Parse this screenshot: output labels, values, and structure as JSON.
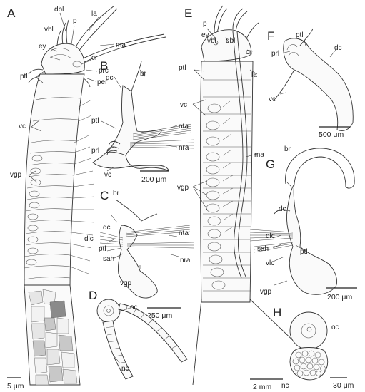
{
  "panels": [
    {
      "id": "A"
    },
    {
      "id": "B"
    },
    {
      "id": "C"
    },
    {
      "id": "D"
    },
    {
      "id": "E"
    },
    {
      "id": "F"
    },
    {
      "id": "G"
    },
    {
      "id": "H"
    }
  ],
  "labels": {
    "A": [
      "dbl",
      "p",
      "la",
      "vbl",
      "ey",
      "cr",
      "ma",
      "ptl",
      "prc",
      "per",
      "vc",
      "vgp"
    ],
    "B": [
      "dc",
      "br",
      "ptl",
      "nta",
      "prl",
      "nra",
      "vc"
    ],
    "C": [
      "br",
      "dc",
      "nta",
      "dlc",
      "ptl",
      "sah",
      "nra",
      "vgp"
    ],
    "D": [
      "oc",
      "nc"
    ],
    "E": [
      "p",
      "ey",
      "vbl",
      "dbl",
      "cr",
      "ptl",
      "la",
      "vc",
      "ma",
      "vgp"
    ],
    "F": [
      "ptl",
      "prl",
      "dc",
      "vc"
    ],
    "G": [
      "br",
      "dc",
      "dlc",
      "sah",
      "ptl",
      "vlc",
      "vgp"
    ],
    "H": [
      "oc",
      "nc"
    ]
  },
  "scalebars": {
    "A": "5 μm",
    "B": "200 μm",
    "C": "250 μm",
    "E": "2 mm",
    "F": "500 μm",
    "G": "200 μm",
    "H": "30 μm"
  },
  "colors": {
    "ink": "#222222",
    "fill_light": "#f2f2f2",
    "fill_mid": "#c8c8c8",
    "fill_dark": "#8a8a8a"
  }
}
